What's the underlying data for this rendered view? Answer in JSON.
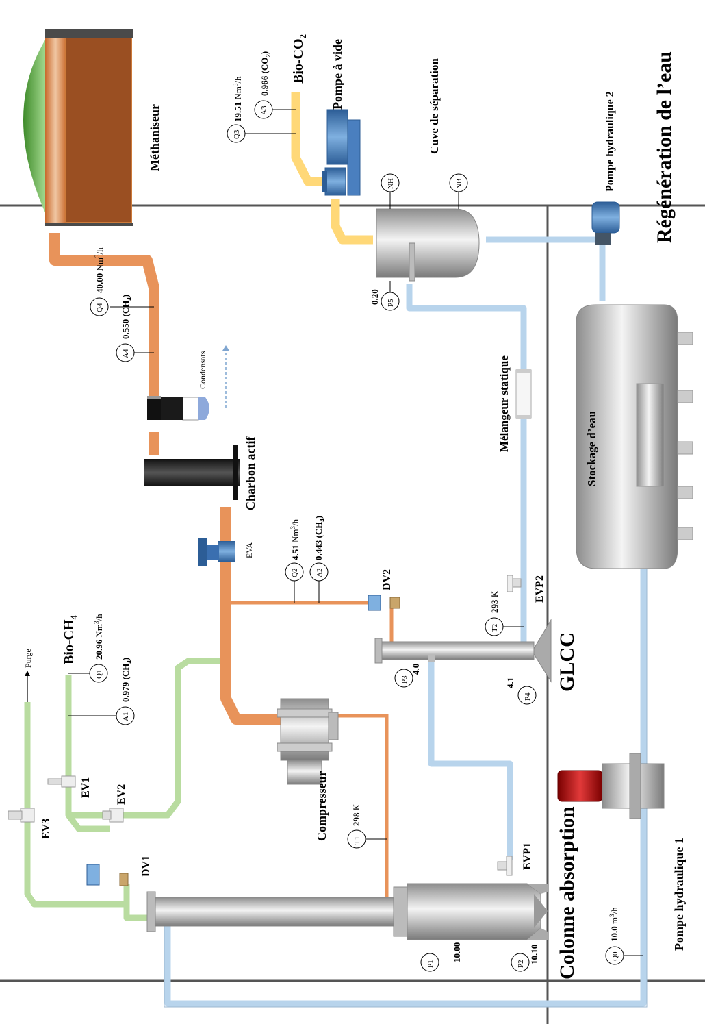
{
  "colors": {
    "biogas_pipe": "#e8935a",
    "biomethane_pipe": "#b9dca0",
    "water_pipe": "#b8d4ec",
    "bioco2_pipe": "#ffd878",
    "section_title": "#c00000",
    "ch4_green": "#6aa84f",
    "co2_yellow": "#f5b800"
  },
  "sections": {
    "absorption": "Colonne absorption",
    "glcc": "GLCC",
    "regeneration": "Régénération de l’eau"
  },
  "equipment": {
    "digester": "Méthaniseur",
    "activated_carbon": "Charbon actif",
    "compressor": "Compresseur",
    "hydraulic_pump_1": "Pompe hydraulique 1",
    "hydraulic_pump_2": "Pompe hydraulique 2",
    "water_storage": "Stockage d’eau",
    "separation_tank": "Cuve de séparation",
    "vacuum_pump": "Pompe à vide",
    "static_mixer": "Mélangeur statique",
    "condensates": "Condensats",
    "purge": "Purge",
    "bio_ch4": "Bio-CH",
    "bio_ch4_sub": "4",
    "bio_co2": "Bio-CO",
    "bio_co2_sub": "2"
  },
  "valves": {
    "ev1": "EV1",
    "ev2": "EV2",
    "ev3": "EV3",
    "dv1": "DV1",
    "dv2": "DV2",
    "eva": "EVA",
    "evp1": "EVP1",
    "evp2": "EVP2"
  },
  "instruments": {
    "q0": {
      "tag": "Q0",
      "value": "10.0",
      "unit": "m",
      "unit_sup": "3",
      "unit_tail": "/h"
    },
    "q1": {
      "tag": "Q1",
      "value": "20.96",
      "unit": "Nm",
      "unit_sup": "3",
      "unit_tail": "/h"
    },
    "a1": {
      "tag": "A1",
      "value": "0.979",
      "gas": "(CH",
      "gas_sub": "4",
      "gas_tail": ")"
    },
    "q2": {
      "tag": "Q2",
      "value": "4.51",
      "unit": "Nm",
      "unit_sup": "3",
      "unit_tail": "/h"
    },
    "a2": {
      "tag": "A2",
      "value": "0.443",
      "gas": "(CH",
      "gas_sub": "4",
      "gas_tail": ")"
    },
    "q3": {
      "tag": "Q3",
      "value": "19.51",
      "unit": "Nm",
      "unit_sup": "3",
      "unit_tail": "/h"
    },
    "a3": {
      "tag": "A3",
      "value": "0.966",
      "gas": "(CO",
      "gas_sub": "2",
      "gas_tail": ")"
    },
    "q4": {
      "tag": "Q4",
      "value": "40.00",
      "unit": "Nm",
      "unit_sup": "3",
      "unit_tail": "/h"
    },
    "a4": {
      "tag": "A4",
      "value": "0.550",
      "gas": "(CH",
      "gas_sub": "4",
      "gas_tail": ")"
    },
    "t1": {
      "tag": "T1",
      "value": "298",
      "unit": "K"
    },
    "t2": {
      "tag": "T2",
      "value": "293",
      "unit": "K"
    },
    "p1": {
      "tag": "P1",
      "value": "10.00"
    },
    "p2": {
      "tag": "P2",
      "value": "10.10"
    },
    "p3": {
      "tag": "P3",
      "value": "4.0"
    },
    "p4": {
      "tag": "P4",
      "value": "4.1"
    },
    "p5": {
      "tag": "P5",
      "value": "0.20"
    },
    "nh": {
      "tag": "NH"
    },
    "nb": {
      "tag": "NB"
    }
  }
}
